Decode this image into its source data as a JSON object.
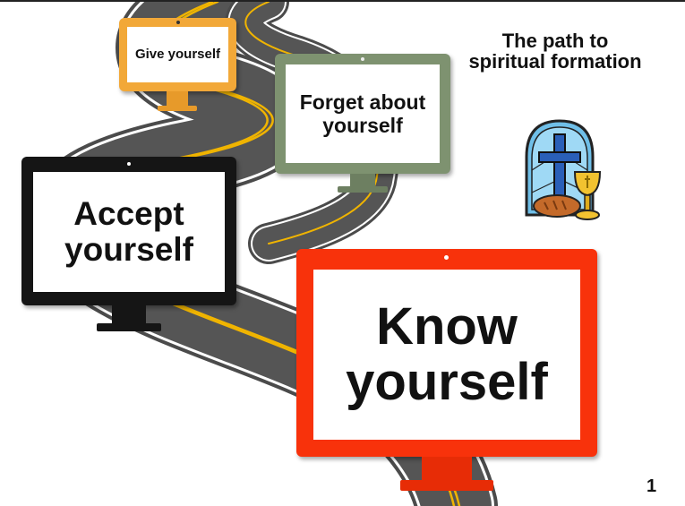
{
  "slide": {
    "title": "The path to spiritual formation",
    "page_number": "1"
  },
  "monitors": {
    "give": {
      "label": "Give yourself",
      "color": "#f2a838"
    },
    "forget": {
      "label": "Forget about yourself",
      "color": "#7e9270"
    },
    "accept": {
      "label": "Accept yourself",
      "color": "#151515"
    },
    "know": {
      "label": "Know yourself",
      "color": "#f8320b"
    }
  },
  "illustrations": {
    "road": "winding-road-illustration",
    "clipart": "stained-glass-cross-chalice-bread-icon"
  }
}
